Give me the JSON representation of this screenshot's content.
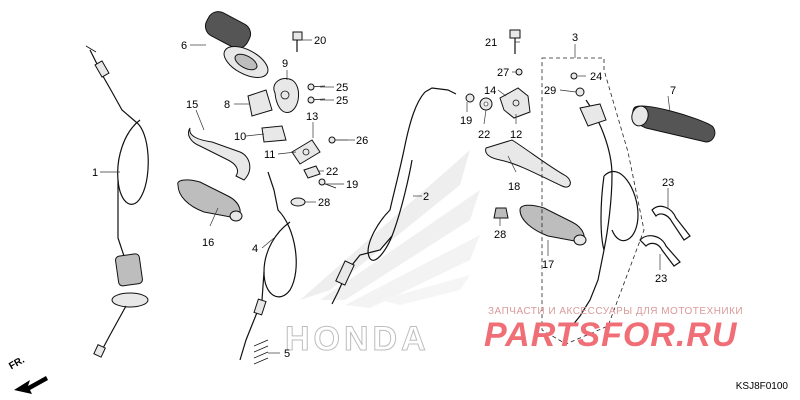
{
  "watermark": {
    "caption": "ЗАПЧАСТИ И АКСЕССУАРЫ ДЛЯ МОТОТЕХНИКИ",
    "site": "PARTSFOR.RU",
    "accent_color": "#f06e76"
  },
  "brand_bg": "HONDA",
  "diagram_code": "KSJ8F0100",
  "direction": "FR.",
  "callouts": [
    {
      "id": "c1",
      "text": "1"
    },
    {
      "id": "c2",
      "text": "2"
    },
    {
      "id": "c3",
      "text": "3"
    },
    {
      "id": "c4",
      "text": "4"
    },
    {
      "id": "c5",
      "text": "5"
    },
    {
      "id": "c6",
      "text": "6"
    },
    {
      "id": "c7",
      "text": "7"
    },
    {
      "id": "c8",
      "text": "8"
    },
    {
      "id": "c9",
      "text": "9"
    },
    {
      "id": "c10",
      "text": "10"
    },
    {
      "id": "c11",
      "text": "11"
    },
    {
      "id": "c12",
      "text": "12"
    },
    {
      "id": "c13",
      "text": "13"
    },
    {
      "id": "c14",
      "text": "14"
    },
    {
      "id": "c15",
      "text": "15"
    },
    {
      "id": "c16",
      "text": "16"
    },
    {
      "id": "c17",
      "text": "17"
    },
    {
      "id": "c18",
      "text": "18"
    },
    {
      "id": "c19a",
      "text": "19"
    },
    {
      "id": "c19b",
      "text": "19"
    },
    {
      "id": "c20",
      "text": "20"
    },
    {
      "id": "c21",
      "text": "21"
    },
    {
      "id": "c22a",
      "text": "22"
    },
    {
      "id": "c22b",
      "text": "22"
    },
    {
      "id": "c23a",
      "text": "23"
    },
    {
      "id": "c23b",
      "text": "23"
    },
    {
      "id": "c24",
      "text": "24"
    },
    {
      "id": "c25a",
      "text": "25"
    },
    {
      "id": "c25b",
      "text": "25"
    },
    {
      "id": "c26",
      "text": "26"
    },
    {
      "id": "c27",
      "text": "27"
    },
    {
      "id": "c28a",
      "text": "28"
    },
    {
      "id": "c28b",
      "text": "28"
    },
    {
      "id": "c29",
      "text": "29"
    }
  ]
}
